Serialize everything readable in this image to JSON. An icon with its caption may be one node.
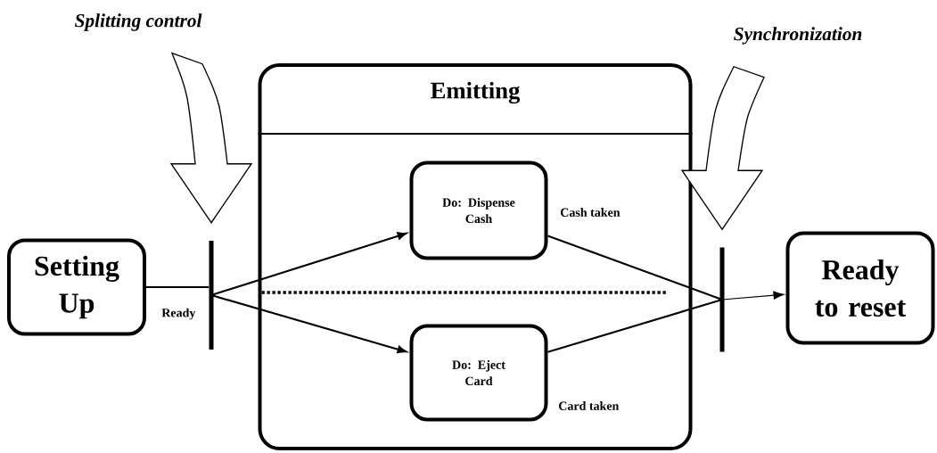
{
  "diagram": {
    "nodes": [
      {
        "text": [
          "Splitting control"
        ]
      },
      {
        "text": [
          "Synchronization"
        ]
      },
      {
        "text": [
          "Setting Up"
        ]
      },
      {
        "text": [],
        "shape": "bar"
      },
      {
        "text": [
          "Emitting"
        ]
      },
      {
        "text": [
          "Do: Dispense Cash"
        ],
        "in": 4
      },
      {
        "text": [
          "Do: Eject Card"
        ],
        "in": 4
      },
      {
        "text": [],
        "shape": "bar"
      },
      {
        "text": [
          "Ready to reset"
        ]
      }
    ],
    "edges": [
      {
        "from": 0,
        "to": 3,
        "arrow": "to",
        "style": "thick"
      },
      {
        "from": 1,
        "to": 7,
        "arrow": "to",
        "style": "thick"
      },
      {
        "from": 2,
        "to": 3,
        "arrow": "none",
        "label": "Ready"
      },
      {
        "from": 3,
        "to": 5,
        "arrow": "to"
      },
      {
        "from": 3,
        "to": 6,
        "arrow": "to"
      },
      {
        "from": 5,
        "to": 7,
        "arrow": "none",
        "label": "Cash taken"
      },
      {
        "from": 6,
        "to": 7,
        "arrow": "none",
        "label": "Card taken"
      },
      {
        "from": 7,
        "to": 8,
        "arrow": "to"
      }
    ]
  }
}
